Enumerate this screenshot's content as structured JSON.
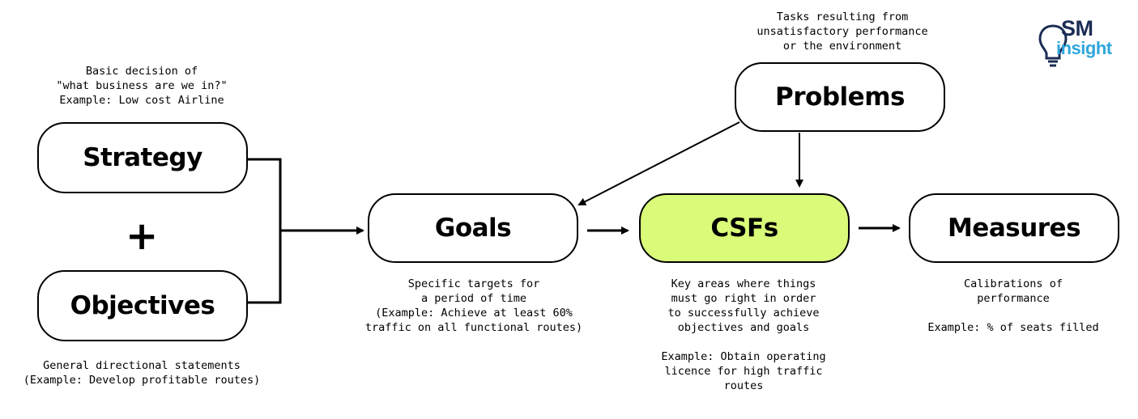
{
  "nodes": {
    "strategy": "Strategy",
    "objectives": "Objectives",
    "goals": "Goals",
    "csfs": "CSFs",
    "measures": "Measures",
    "problems": "Problems"
  },
  "plus_sign": "+",
  "captions": {
    "strategy": "Basic decision of\n\"what business are we in?\"\nExample: Low cost Airline",
    "objectives": "General directional statements\n(Example: Develop profitable routes)",
    "goals": "Specific targets for\na period of time\n(Example: Achieve at least 60%\ntraffic on all functional routes)",
    "csfs": "Key areas where things\nmust go right in order\nto successfully achieve\nobjectives and goals\n\nExample: Obtain operating\nlicence for high traffic\nroutes",
    "measures": "Calibrations of\nperformance\n\nExample: % of seats filled",
    "problems": "Tasks resulting from\nunsatisfactory performance\nor the environment"
  },
  "logo": {
    "line1": "SM",
    "line2": "insight",
    "icon": "lightbulb-icon",
    "colors": {
      "primary": "#1b2d55",
      "accent": "#2ea6dc"
    }
  },
  "colors": {
    "csfs_fill": "#d9fb79",
    "stroke": "#000000"
  }
}
